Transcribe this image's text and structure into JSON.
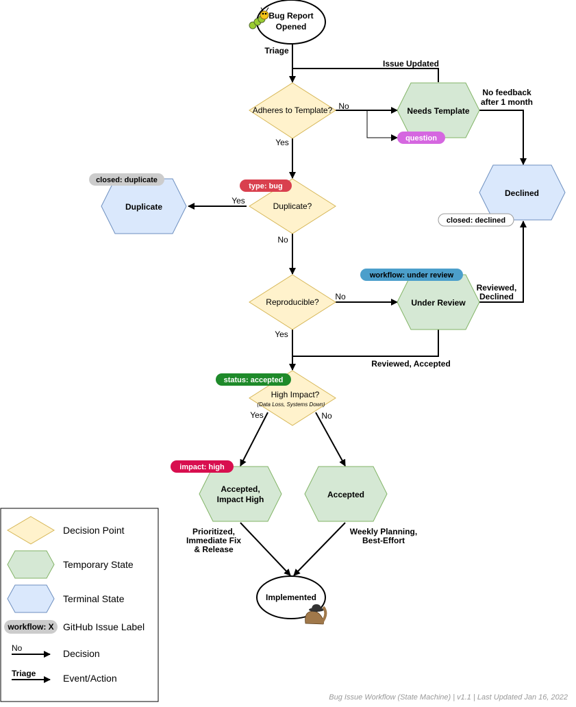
{
  "colors": {
    "decision_fill": "#fff2cc",
    "decision_stroke": "#d6b656",
    "temp_fill": "#d5e8d4",
    "temp_stroke": "#82b366",
    "terminal_fill": "#dae8fc",
    "terminal_stroke": "#6c8ebf",
    "label_grey": "#cccccc",
    "label_red": "#d9404e",
    "label_purple": "#d567e0",
    "label_blue": "#4c9fcb",
    "label_green": "#1e8a2a",
    "label_crimson": "#d80f4f"
  },
  "nodes": {
    "start_line1": "Bug Report",
    "start_line2": "Opened",
    "adheres": "Adheres to Template?",
    "needs_template": "Needs Template",
    "declined": "Declined",
    "duplicate_q": "Duplicate?",
    "duplicate": "Duplicate",
    "reproducible": "Reproducible?",
    "under_review": "Under Review",
    "high_impact": "High Impact?",
    "high_impact_sub": "(Data Loss, Systems Down)",
    "accepted_high_line1": "Accepted,",
    "accepted_high_line2": "Impact High",
    "accepted": "Accepted",
    "implemented": "Implemented"
  },
  "edges": {
    "triage": "Triage",
    "issue_updated": "Issue Updated",
    "no_1": "No",
    "yes_1": "Yes",
    "no_feedback_line1": "No feedback",
    "no_feedback_line2": "after 1 month",
    "yes_dup": "Yes",
    "no_dup": "No",
    "no_repro": "No",
    "yes_repro": "Yes",
    "reviewed_declined_line1": "Reviewed,",
    "reviewed_declined_line2": "Declined",
    "reviewed_accepted": "Reviewed, Accepted",
    "yes_impact": "Yes",
    "no_impact": "No",
    "prioritized_line1": "Prioritized,",
    "prioritized_line2": "Immediate Fix",
    "prioritized_line3": "& Release",
    "weekly_line1": "Weekly Planning,",
    "weekly_line2": "Best-Effort"
  },
  "labels": {
    "question": "question",
    "closed_duplicate": "closed: duplicate",
    "type_bug": "type: bug",
    "closed_declined": "closed: declined",
    "workflow_under_review": "workflow: under review",
    "status_accepted": "status: accepted",
    "impact_high": "impact: high"
  },
  "legend": {
    "decision_point": "Decision Point",
    "temporary_state": "Temporary State",
    "terminal_state": "Terminal State",
    "label_sample": "workflow: X",
    "github_issue_label": "GitHub Issue Label",
    "arrow_no": "No",
    "decision": "Decision",
    "arrow_triage": "Triage",
    "event_action": "Event/Action"
  },
  "icons": {
    "start": "caterpillar-icon",
    "end": "detective-squirrel-icon"
  },
  "footer": "Bug Issue Workflow (State Machine) | v1.1 | Last Updated Jan 16, 2022"
}
